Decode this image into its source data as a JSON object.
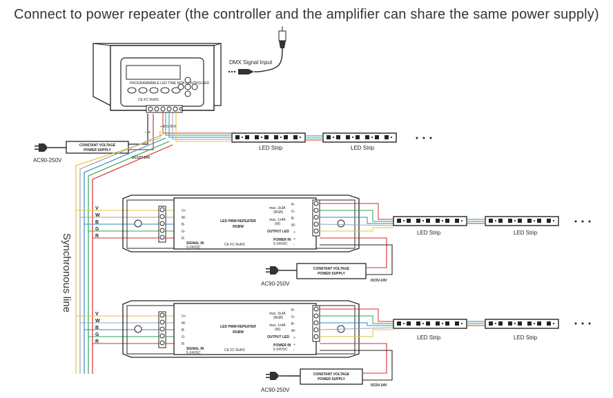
{
  "title": "Connect to power repeater (the controller and the amplifier can share the same power supply)",
  "controller": {
    "panel_label": "PROGRAMMABLE LED TIME RGB CONTROLLER",
    "certs": "CE FC RoHS",
    "output_terminals": "+ R G B W",
    "power_polarity": "- +"
  },
  "dmx_label": "DMX Signal Input",
  "dc_label_top": "DC12V-24V",
  "dc_label_repeater": "DC5V-24V",
  "ac_label": "AC90-250V",
  "psu_line1": "CONSTANT VOLTAGE",
  "psu_line2": "POWER SUPPLY",
  "led_strip_label": "LED Strip",
  "sync_label": "Synchronous line",
  "wire_letters": [
    "V",
    "W",
    "B",
    "G",
    "R"
  ],
  "repeater": {
    "name_line1": "LED PWM REPEATER",
    "name_line2": "RGBW",
    "certs": "CE FC RoHS",
    "inputs": [
      "V+",
      "W-",
      "B-",
      "G-",
      "R-"
    ],
    "signal_in_line1": "SIGNAL IN",
    "signal_in_line2": "5-24VDC",
    "outputs": [
      "R-",
      "G-",
      "B-",
      "W-",
      "+"
    ],
    "max_rgb": "max. 3x3A",
    "max_rgb_unit": "(RGB)",
    "max_w": "max. 1x4A",
    "max_w_unit": "(W)",
    "output_label": "OUTPUT LED",
    "power_in_line1": "POWER IN",
    "power_in_line2": "5-24VDC",
    "power_terms": [
      "+",
      "-"
    ]
  },
  "colors": {
    "wire_v": "#e3c13a",
    "wire_w": "#9aa2ad",
    "wire_b": "#2f86c8",
    "wire_g": "#2ea44f",
    "wire_r": "#d82b2b",
    "outline": "#222222"
  }
}
